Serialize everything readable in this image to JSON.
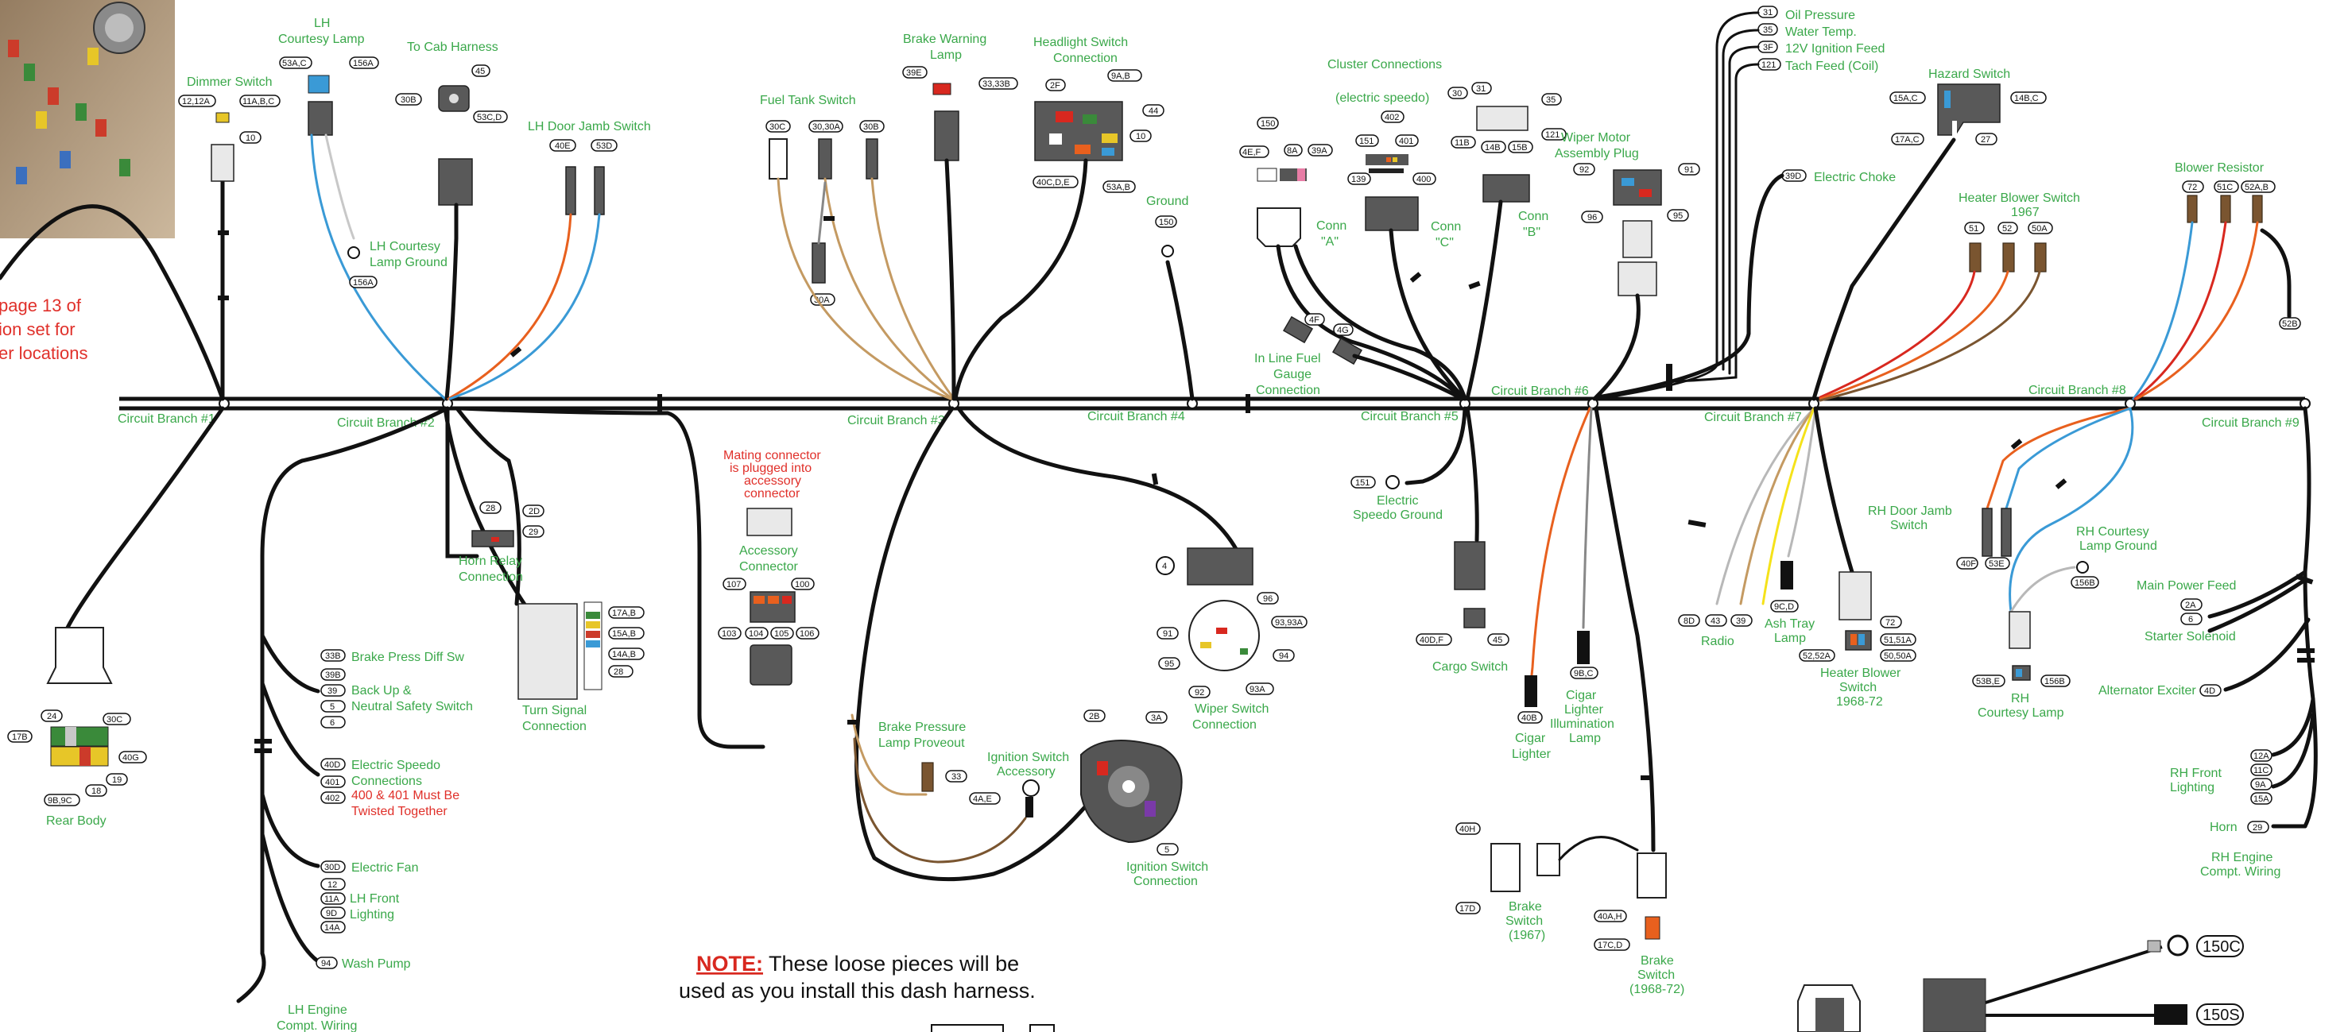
{
  "title_note_side": [
    "page 13 of",
    "ion set for",
    "er locations"
  ],
  "branches": [
    "Circuit Branch #1",
    "Circuit Branch #2",
    "Circuit Branch #3",
    "Circuit Branch #4",
    "Circuit Branch #5",
    "Circuit Branch #6",
    "Circuit Branch #7",
    "Circuit Branch #8",
    "Circuit Branch #9"
  ],
  "labels": {
    "lh_courtesy_lamp": [
      "LH",
      "Courtesy Lamp"
    ],
    "dimmer_switch": "Dimmer Switch",
    "to_cab_harness": "To Cab Harness",
    "lh_door_jamb": "LH Door Jamb Switch",
    "lh_courtesy_ground": [
      "LH Courtesy",
      "Lamp Ground"
    ],
    "fuel_tank_switch": "Fuel Tank Switch",
    "brake_warning_lamp": [
      "Brake Warning",
      "Lamp"
    ],
    "headlight_switch": [
      "Headlight Switch",
      "Connection"
    ],
    "ground": "Ground",
    "cluster_connections": "Cluster Connections",
    "electric_speedo": "(electric speedo)",
    "conn_a": [
      "Conn",
      "\"A\""
    ],
    "conn_c": [
      "Conn",
      "\"C\""
    ],
    "conn_b": [
      "Conn",
      "\"B\""
    ],
    "inline_fuel": [
      "In Line Fuel",
      "Gauge",
      "Connection"
    ],
    "wiper_motor_plug": [
      "Wiper Motor",
      "Assembly Plug"
    ],
    "oil_pressure": "Oil Pressure",
    "water_temp": "Water Temp.",
    "ignition_feed": "12V Ignition Feed",
    "tach_feed": "Tach Feed (Coil)",
    "hazard_switch": "Hazard Switch",
    "electric_choke": "Electric Choke",
    "heater_blower_1967": [
      "Heater Blower Switch",
      "1967"
    ],
    "blower_resistor": "Blower Resistor",
    "horn_relay": [
      "Horn Relay",
      "Connection"
    ],
    "turn_signal": [
      "Turn Signal",
      "Connection"
    ],
    "mating_note": [
      "Mating connector",
      "is plugged into",
      "accessory",
      "connector"
    ],
    "accessory_connector": [
      "Accessory",
      "Connector"
    ],
    "wiper_switch": [
      "Wiper Switch",
      "Connection"
    ],
    "brake_proveout": [
      "Brake Pressure",
      "Lamp Proveout"
    ],
    "ignition_accessory": [
      "Ignition Switch",
      "Accessory"
    ],
    "ignition_switch": [
      "Ignition Switch",
      "Connection"
    ],
    "electric_speedo_ground": [
      "Electric",
      "Speedo Ground"
    ],
    "cargo_switch": "Cargo Switch",
    "cigar_lighter": [
      "Cigar",
      "Lighter"
    ],
    "cigar_illum": [
      "Cigar",
      "Lighter",
      "Illumination",
      "Lamp"
    ],
    "brake_switch_1967": [
      "Brake",
      "Switch",
      "(1967)"
    ],
    "brake_switch_6872": [
      "Brake",
      "Switch",
      "(1968-72)"
    ],
    "radio": "Radio",
    "ash_tray": [
      "Ash Tray",
      "Lamp"
    ],
    "heater_blower_6872": [
      "Heater Blower",
      "Switch",
      "1968-72"
    ],
    "rh_door_jamb": [
      "RH Door Jamb",
      "Switch"
    ],
    "rh_courtesy_ground": [
      "RH Courtesy",
      "Lamp Ground"
    ],
    "main_power_feed": "Main Power Feed",
    "starter_solenoid": "Starter Solenoid",
    "alternator_exciter": "Alternator Exciter",
    "rh_front_lighting": [
      "RH Front",
      "Lighting"
    ],
    "horn": "Horn",
    "rh_engine_wiring": [
      "RH Engine",
      "Compt. Wiring"
    ],
    "rh_courtesy_lamp": [
      "RH",
      "Courtesy Lamp"
    ],
    "rear_body": "Rear Body",
    "brake_press_diff": "Brake Press Diff Sw",
    "backup_neutral": [
      "Back Up &",
      "Neutral Safety Switch"
    ],
    "electric_speedo_conn": [
      "Electric Speedo",
      "Connections"
    ],
    "twist_note": [
      "400 & 401 Must Be",
      "Twisted Together"
    ],
    "electric_fan": "Electric Fan",
    "lh_front_lighting": [
      "LH Front",
      "Lighting"
    ],
    "wash_pump": "Wash Pump",
    "lh_engine_wiring": [
      "LH Engine",
      "Compt. Wiring"
    ]
  },
  "note": {
    "highlight": "NOTE:",
    "line1": " These loose pieces will be",
    "line2": "used as you install this dash harness."
  },
  "loose_tags": [
    "150C",
    "150S"
  ],
  "pins": {
    "dimmer": [
      "12,12A",
      "11A,B,C",
      "10"
    ],
    "lh_courtesy": [
      "53A,C",
      "156A",
      "156A"
    ],
    "cab": [
      "30B",
      "45",
      "53C,D"
    ],
    "lh_door": [
      "40E",
      "53D"
    ],
    "fuel": [
      "30C",
      "30,30A",
      "30B",
      "30A"
    ],
    "brake_warn": [
      "39E",
      "33,33B"
    ],
    "headlight": [
      "2F",
      "9A,B",
      "44",
      "10",
      "40C,D,E",
      "53A,B"
    ],
    "ground": "150",
    "conn_a": [
      "150",
      "8A",
      "39A",
      "4E,F"
    ],
    "conn_c": [
      "402",
      "151",
      "401",
      "139",
      "400"
    ],
    "conn_b": [
      "30",
      "31",
      "35",
      "11B",
      "14B",
      "15B",
      "121"
    ],
    "inline": [
      "4F",
      "4G"
    ],
    "wiper_plug": [
      "92",
      "91",
      "96",
      "95"
    ],
    "gauges": [
      "31",
      "35",
      "3F",
      "121"
    ],
    "hazard": [
      "15A,C",
      "14B,C",
      "17A,C",
      "27"
    ],
    "choke": "39D",
    "heater67": [
      "51",
      "52",
      "50A"
    ],
    "blower": [
      "72",
      "51C",
      "52A,B",
      "52B"
    ],
    "horn_relay": [
      "28",
      "2D",
      "29"
    ],
    "turn": [
      "17A,B",
      "15A,B",
      "14A,B",
      "28"
    ],
    "accessory": [
      "107",
      "100",
      "103",
      "104",
      "105",
      "106"
    ],
    "wiper_sw": [
      "4",
      "96",
      "91",
      "93,93A",
      "95",
      "94",
      "92",
      "93A"
    ],
    "proveout": "33",
    "ign_acc": "4A,E",
    "ign_sw": [
      "2B",
      "3A",
      "5"
    ],
    "speedo_gnd": "151",
    "cargo": [
      "40D,F",
      "45"
    ],
    "cigar": "40B",
    "cigar_illum": "9B,C",
    "brake67": [
      "40H",
      "17D"
    ],
    "brake6872": [
      "40A,H",
      "17C,D"
    ],
    "radio": [
      "8D",
      "43",
      "39"
    ],
    "ash": "9C,D",
    "heater6872": [
      "72",
      "51,51A",
      "52,52A",
      "50,50A"
    ],
    "rh_door": [
      "40F",
      "53E"
    ],
    "rh_gnd": "156B",
    "power": [
      "2A",
      "6"
    ],
    "alt": "4D",
    "rh_front": [
      "12A",
      "11C",
      "9A",
      "15A"
    ],
    "horn": "29",
    "rh_lamp": [
      "53B,E",
      "156B"
    ],
    "rear": [
      "24",
      "30C",
      "17B",
      "40G",
      "9B,9C",
      "18",
      "19"
    ],
    "lh_left": [
      "33B",
      "39B",
      "39",
      "5",
      "6",
      "40D",
      "401",
      "402",
      "30D",
      "12",
      "11A",
      "9D",
      "14A",
      "94"
    ]
  },
  "colors": {
    "label_green": "#3aa84a",
    "note_red": "#e0302a",
    "wire_black": "#111111",
    "wire_blue": "#3a9ad6",
    "wire_orange": "#e8601e",
    "wire_tan": "#c49a62",
    "wire_yellow": "#f5e21a",
    "wire_gray": "#b8b8b8",
    "wire_red": "#d8281f",
    "wire_brown": "#7a5530"
  }
}
